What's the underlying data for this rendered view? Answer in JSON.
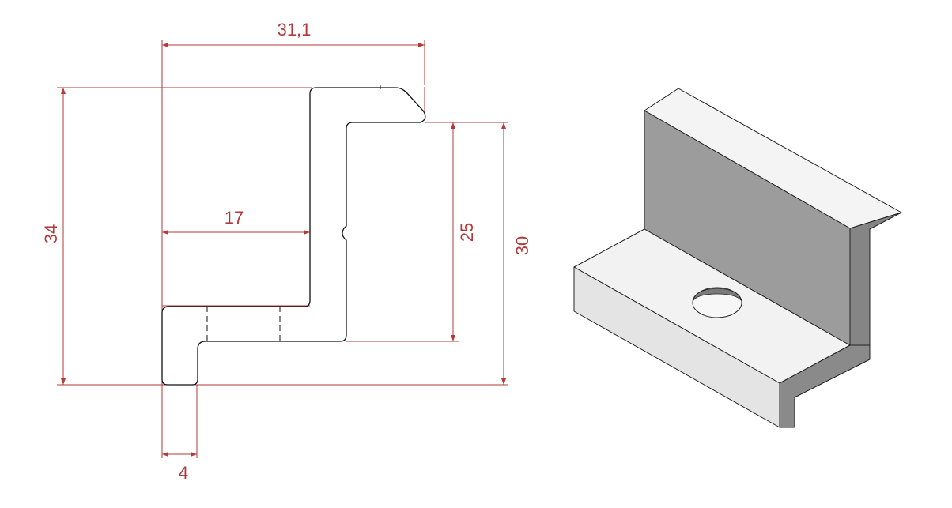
{
  "colors": {
    "dimension": "#b33a3a",
    "outline": "#111111",
    "background": "#ffffff",
    "face_top": "#f2f2f2",
    "face_front": "#e6e6e6",
    "face_wall": "#a0a0a0",
    "face_end": "#8a8a8a"
  },
  "dimensions": {
    "overall_width": "31,1",
    "overall_height": "34",
    "inner_width": "17",
    "wall_height": "25",
    "right_height": "30",
    "foot_width": "4"
  }
}
